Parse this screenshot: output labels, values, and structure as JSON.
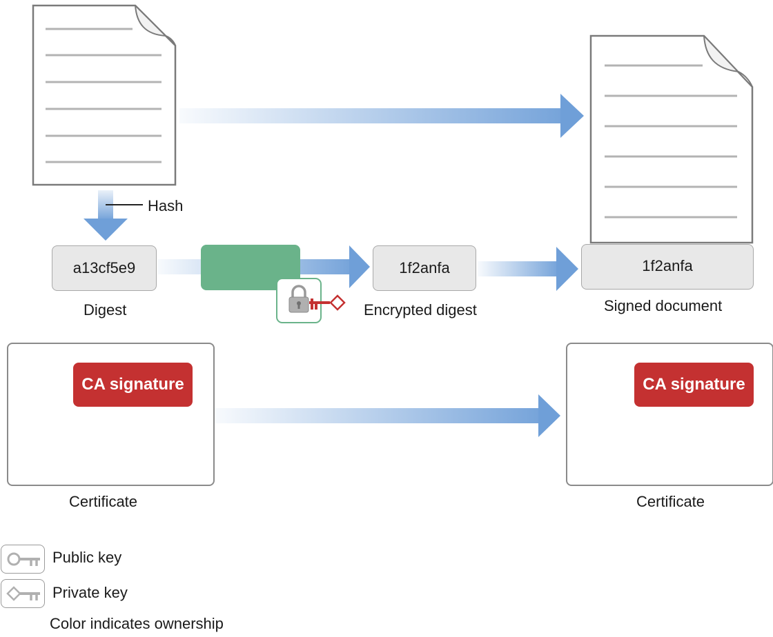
{
  "labels": {
    "hash": "Hash",
    "digest": "Digest",
    "encrypted_digest": "Encrypted digest",
    "signed_document": "Signed document",
    "certificate_left": "Certificate",
    "certificate_right": "Certificate"
  },
  "values": {
    "digest_value": "a13cf5e9",
    "encrypted_value": "1f2anfa",
    "signed_value": "1f2anfa"
  },
  "certificates": {
    "left_badge": "CA signature",
    "right_badge": "CA signature"
  },
  "legend": {
    "public_key": "Public key",
    "private_key": "Private key",
    "note": "Color indicates ownership"
  },
  "colors": {
    "arrow": "#6f9fd8",
    "owner_key": "#c43131",
    "encrypt_block": "#6ab38a",
    "badge": "#c43131",
    "neutral_key": "#b0b0b0"
  },
  "icons": [
    "document-icon",
    "signed-document-icon",
    "lock-icon",
    "private-key-icon",
    "public-key-icon"
  ]
}
